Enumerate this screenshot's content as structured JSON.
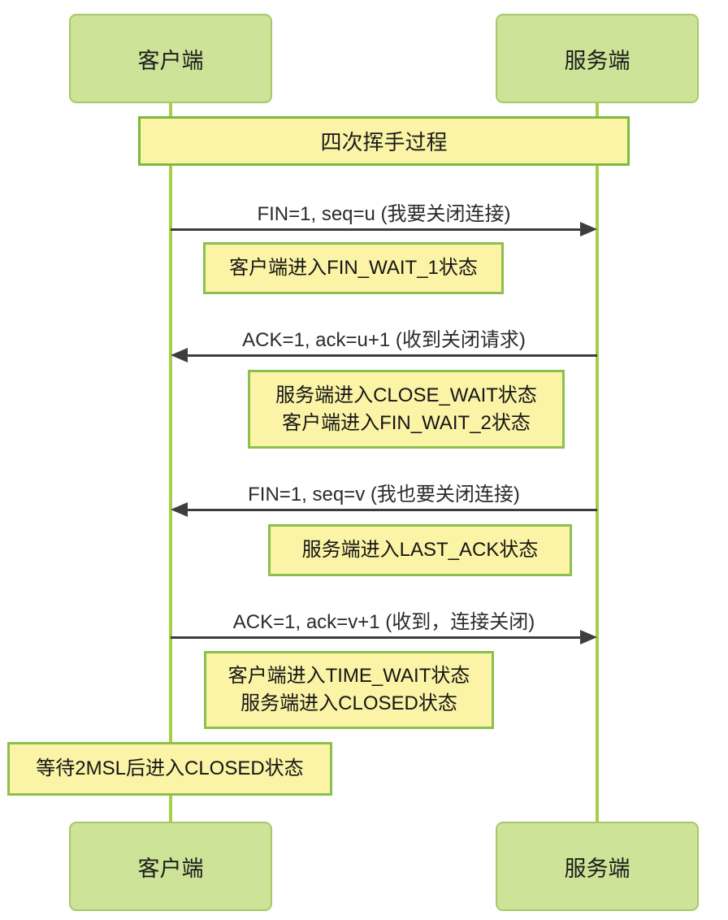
{
  "diagram": {
    "title": "四次挥手过程",
    "actors": {
      "client": "客户端",
      "server": "服务端"
    },
    "messages": [
      {
        "label": "FIN=1, seq=u (我要关闭连接)",
        "from": "客户端",
        "to": "服务端",
        "direction": "right"
      },
      {
        "label": "ACK=1, ack=u+1 (收到关闭请求)",
        "from": "服务端",
        "to": "客户端",
        "direction": "left"
      },
      {
        "label": "FIN=1, seq=v (我也要关闭连接)",
        "from": "服务端",
        "to": "客户端",
        "direction": "left"
      },
      {
        "label": "ACK=1, ack=v+1 (收到，连接关闭)",
        "from": "客户端",
        "to": "服务端",
        "direction": "right"
      }
    ],
    "notes": [
      {
        "lines": [
          "客户端进入FIN_WAIT_1状态"
        ]
      },
      {
        "lines": [
          "服务端进入CLOSE_WAIT状态",
          "客户端进入FIN_WAIT_2状态"
        ]
      },
      {
        "lines": [
          "服务端进入LAST_ACK状态"
        ]
      },
      {
        "lines": [
          "客户端进入TIME_WAIT状态",
          "服务端进入CLOSED状态"
        ]
      },
      {
        "lines": [
          "等待2MSL后进入CLOSED状态"
        ]
      }
    ],
    "colors": {
      "actor_fill": "#cde498",
      "actor_border": "#a8c868",
      "lifeline": "#a5ce4b",
      "note_fill": "#fbf4a6",
      "note_border": "#8cc04c",
      "banner_border": "#7db93e",
      "arrow": "#3d3d3d",
      "background": "#ffffff"
    }
  }
}
